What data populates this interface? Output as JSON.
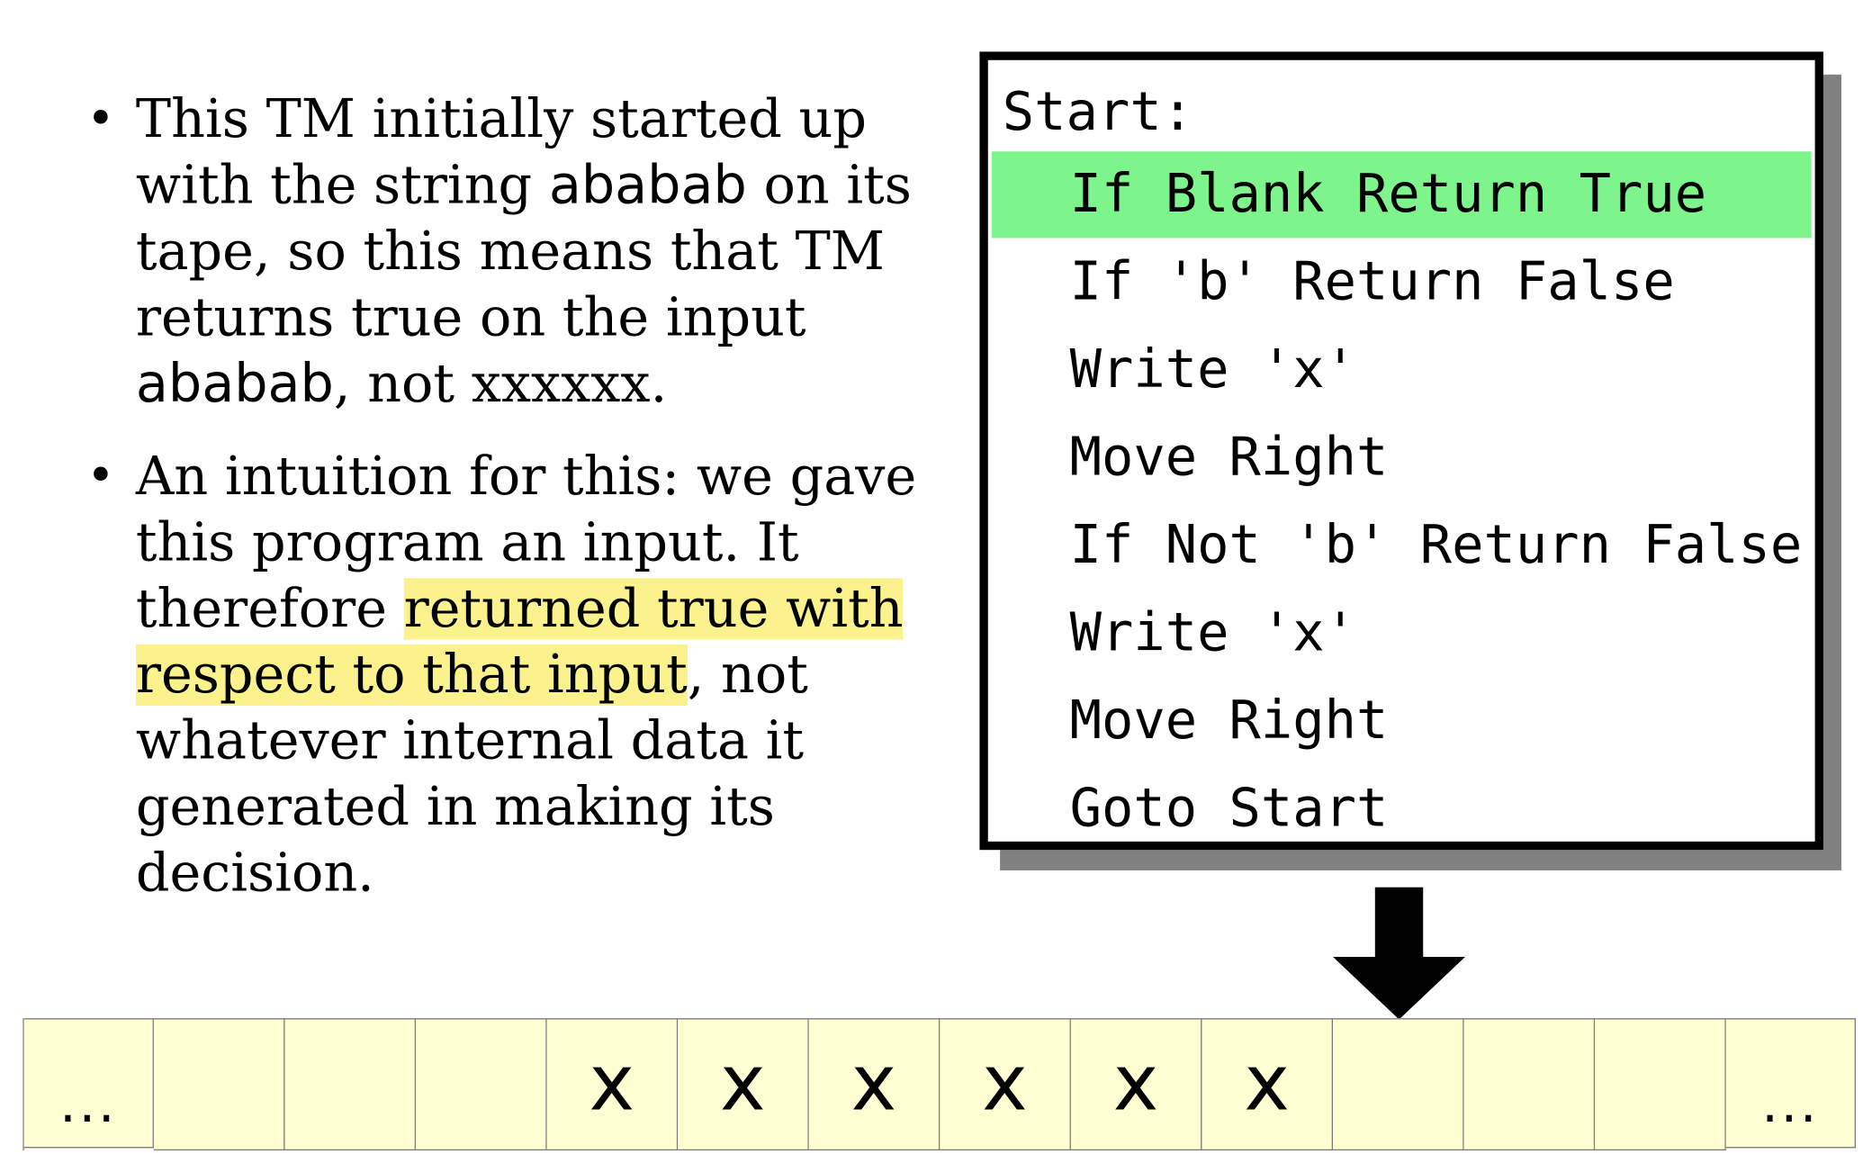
{
  "bullets": [
    {
      "parts": [
        {
          "text": "This TM initially started up with the string ",
          "style": "normal"
        },
        {
          "text": "ababab",
          "style": "sans"
        },
        {
          "text": " on its tape, so this means that TM returns true on the input ",
          "style": "normal"
        },
        {
          "text": "ababab",
          "style": "sans"
        },
        {
          "text": ", not xxxxxx.",
          "style": "normal"
        }
      ]
    },
    {
      "parts": [
        {
          "text": "An intuition for this: we gave this program an input. It therefore ",
          "style": "normal"
        },
        {
          "text": "returned true with respect to that input",
          "style": "highlight"
        },
        {
          "text": ", not whatever internal data it generated in making its decision.",
          "style": "normal"
        }
      ]
    }
  ],
  "program": {
    "label": "Start:",
    "active_line": 0,
    "lines": [
      "If Blank Return True",
      "If 'b' Return False",
      "Write 'x'",
      "Move Right",
      "If Not 'b' Return False",
      "Write 'x'",
      "Move Right",
      "Goto Start"
    ]
  },
  "tape": {
    "cells": [
      "...",
      "",
      "",
      "",
      "x",
      "x",
      "x",
      "x",
      "x",
      "x",
      "",
      "",
      "",
      "..."
    ],
    "head_index": 10
  },
  "colors": {
    "highlight": "#fbf28d",
    "active_line": "#7ef48d",
    "tape_cell": "#ffffd4",
    "shadow": "#808080"
  }
}
